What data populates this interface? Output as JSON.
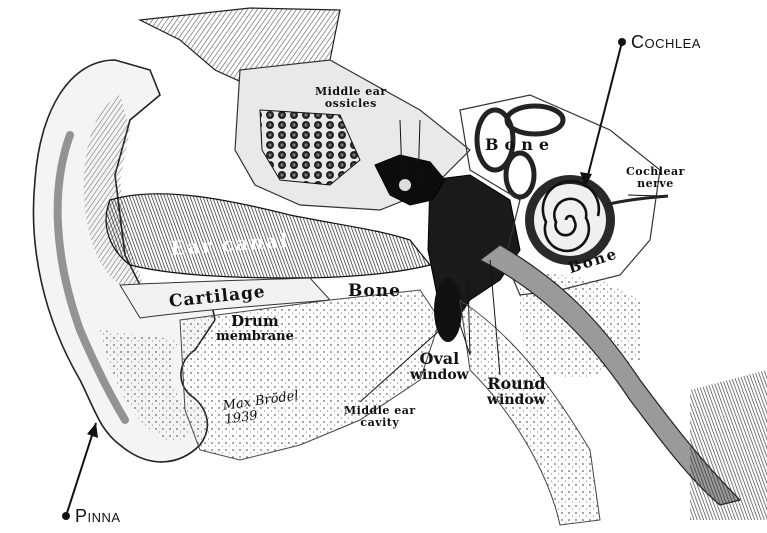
{
  "callouts": {
    "cochlea": "Cochlea",
    "pinna": "Pinna"
  },
  "labels": {
    "middle_ear_ossicles_1": "Middle ear",
    "middle_ear_ossicles_2": "ossicles",
    "bone_top": "Bone",
    "cochlear_nerve_1": "Cochlear",
    "cochlear_nerve_2": "nerve",
    "ear_canal": "Ear canal",
    "cartilage": "Cartilage",
    "bone_mid": "Bone",
    "bone_right": "Bone",
    "drum_membrane_1": "Drum",
    "drum_membrane_2": "membrane",
    "oval_window_1": "Oval",
    "oval_window_2": "window",
    "round_window_1": "Round",
    "round_window_2": "window",
    "middle_ear_cavity_1": "Middle ear",
    "middle_ear_cavity_2": "cavity",
    "signature_1": "Max Brödel",
    "signature_2": "1939"
  }
}
